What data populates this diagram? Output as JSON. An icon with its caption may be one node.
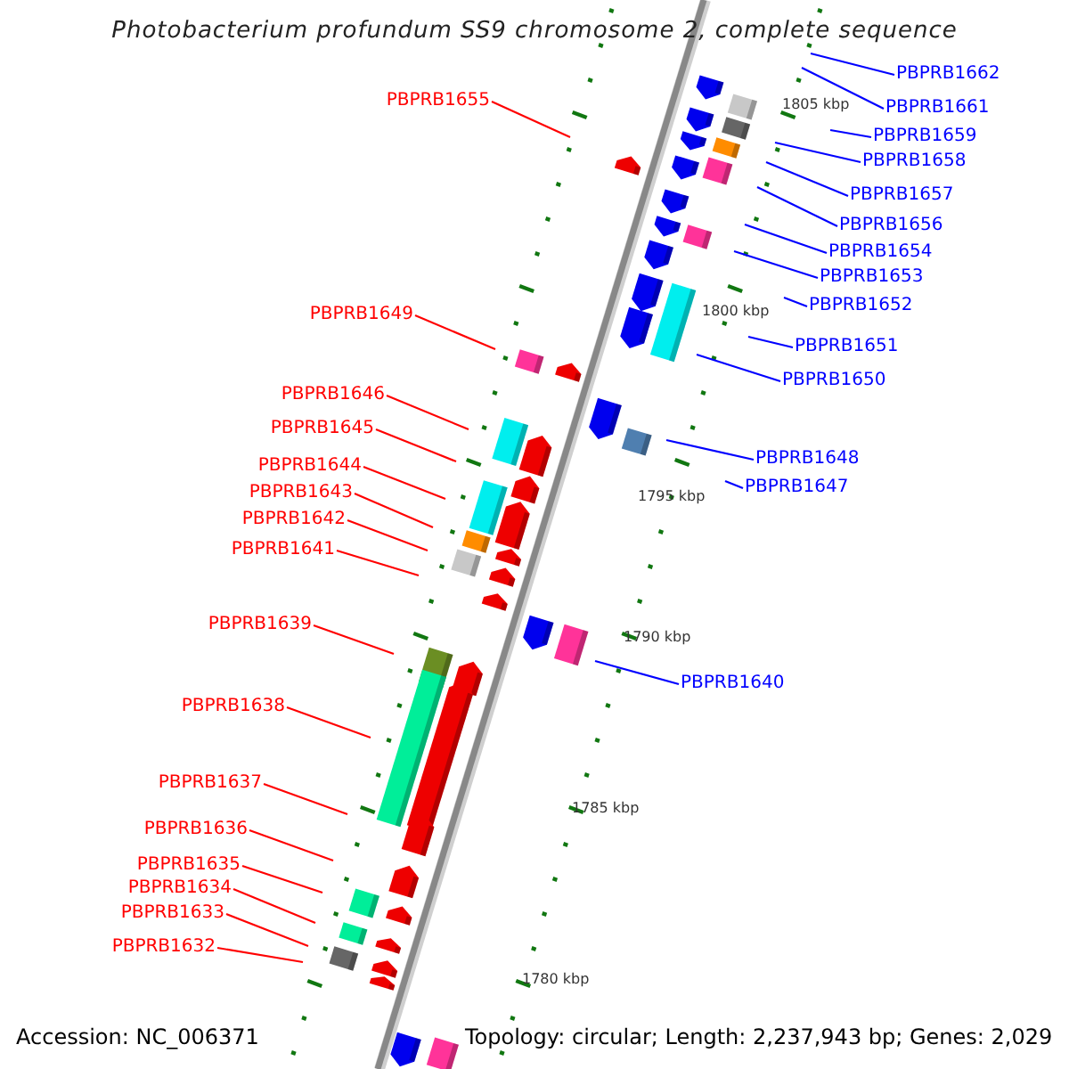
{
  "diagram": {
    "title": "Photobacterium profundum SS9 chromosome 2, complete sequence",
    "nodes": [
      {
        "text": [
          "PBPRB1662"
        ]
      },
      {
        "text": [
          "PBPRB1661"
        ]
      },
      {
        "text": [
          "PBPRB1659"
        ]
      },
      {
        "text": [
          "PBPRB1658"
        ]
      },
      {
        "text": [
          "PBPRB1657"
        ]
      },
      {
        "text": [
          "PBPRB1656"
        ]
      },
      {
        "text": [
          "PBPRB1654"
        ]
      },
      {
        "text": [
          "PBPRB1653"
        ]
      },
      {
        "text": [
          "PBPRB1652"
        ]
      },
      {
        "text": [
          "PBPRB1651"
        ]
      },
      {
        "text": [
          "PBPRB1650"
        ]
      },
      {
        "text": [
          "PBPRB1648"
        ]
      },
      {
        "text": [
          "PBPRB1647"
        ]
      },
      {
        "text": [
          "PBPRB1640"
        ]
      },
      {
        "text": [
          "PBPRB1655"
        ]
      },
      {
        "text": [
          "PBPRB1649"
        ]
      },
      {
        "text": [
          "PBPRB1646"
        ]
      },
      {
        "text": [
          "PBPRB1645"
        ]
      },
      {
        "text": [
          "PBPRB1644"
        ]
      },
      {
        "text": [
          "PBPRB1643"
        ]
      },
      {
        "text": [
          "PBPRB1642"
        ]
      },
      {
        "text": [
          "PBPRB1641"
        ]
      },
      {
        "text": [
          "PBPRB1639"
        ]
      },
      {
        "text": [
          "PBPRB1638"
        ]
      },
      {
        "text": [
          "PBPRB1637"
        ]
      },
      {
        "text": [
          "PBPRB1636"
        ]
      },
      {
        "text": [
          "PBPRB1635"
        ]
      },
      {
        "text": [
          "PBPRB1634"
        ]
      },
      {
        "text": [
          "PBPRB1633"
        ]
      },
      {
        "text": [
          "PBPRB1632"
        ]
      }
    ],
    "edges": [
      {
        "from": 0,
        "to": null,
        "arrow": "none",
        "color": "#0000ff"
      },
      {
        "from": 1,
        "to": null,
        "arrow": "none",
        "color": "#0000ff"
      },
      {
        "from": 2,
        "to": null,
        "arrow": "none",
        "color": "#0000ff"
      },
      {
        "from": 3,
        "to": null,
        "arrow": "none",
        "color": "#0000ff"
      },
      {
        "from": 4,
        "to": null,
        "arrow": "none",
        "color": "#0000ff"
      },
      {
        "from": 5,
        "to": null,
        "arrow": "none",
        "color": "#0000ff"
      },
      {
        "from": 6,
        "to": null,
        "arrow": "none",
        "color": "#0000ff"
      },
      {
        "from": 7,
        "to": null,
        "arrow": "none",
        "color": "#0000ff"
      },
      {
        "from": 8,
        "to": null,
        "arrow": "none",
        "color": "#0000ff"
      },
      {
        "from": 9,
        "to": null,
        "arrow": "none",
        "color": "#0000ff"
      },
      {
        "from": 10,
        "to": null,
        "arrow": "none",
        "color": "#0000ff"
      },
      {
        "from": 11,
        "to": null,
        "arrow": "none",
        "color": "#0000ff"
      },
      {
        "from": 12,
        "to": null,
        "arrow": "none",
        "color": "#0000ff"
      },
      {
        "from": 13,
        "to": null,
        "arrow": "none",
        "color": "#0000ff"
      },
      {
        "from": 14,
        "to": null,
        "arrow": "none"
      },
      {
        "from": 15,
        "to": null,
        "arrow": "none"
      },
      {
        "from": 16,
        "to": null,
        "arrow": "none"
      },
      {
        "from": 17,
        "to": null,
        "arrow": "none"
      },
      {
        "from": 18,
        "to": null,
        "arrow": "none"
      },
      {
        "from": 19,
        "to": null,
        "arrow": "none"
      },
      {
        "from": 20,
        "to": null,
        "arrow": "none"
      },
      {
        "from": 21,
        "to": null,
        "arrow": "none"
      },
      {
        "from": 22,
        "to": null,
        "arrow": "none"
      },
      {
        "from": 23,
        "to": null,
        "arrow": "none"
      },
      {
        "from": 24,
        "to": null,
        "arrow": "none"
      },
      {
        "from": 25,
        "to": null,
        "arrow": "none"
      },
      {
        "from": 26,
        "to": null,
        "arrow": "none"
      },
      {
        "from": 27,
        "to": null,
        "arrow": "none"
      },
      {
        "from": 28,
        "to": null,
        "arrow": "none"
      },
      {
        "from": 29,
        "to": null,
        "arrow": "none"
      }
    ],
    "labels": [
      "1805 kbp",
      "1800 kbp",
      "1795 kbp",
      "1790 kbp",
      "1785 kbp",
      "1780 kbp",
      "Accession: NC_006371",
      "Topology: circular; Length: 2,237,943 bp; Genes: 2,029"
    ]
  }
}
